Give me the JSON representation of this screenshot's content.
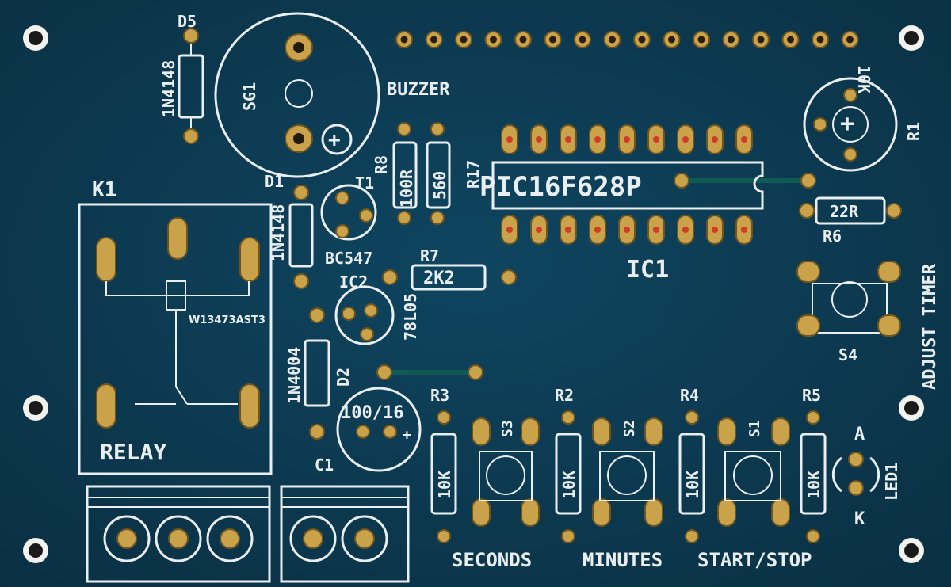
{
  "board": {
    "colors": {
      "pcb": "#0d3b52",
      "silkscreen": "#e9eef0",
      "pad": "#c9a24a",
      "trace": "#0f5a52",
      "solder_dot": "#d23a2a"
    },
    "labels": {
      "d5": "D5",
      "d5_part": "1N4148",
      "sg1": "SG1",
      "buzzer": "BUZZER",
      "plus": "+",
      "r1": "R1",
      "r1_val": "10K",
      "r8": "R8",
      "r8_val": "100R",
      "r17": "R17",
      "r17_val": "560",
      "ic_part": "PIC16F628P",
      "ic1": "IC1",
      "k1": "K1",
      "d1": "D1",
      "d1_part": "1N4148",
      "t1": "T1",
      "t1_part": "BC547",
      "r7": "R7",
      "r7_val": "2K2",
      "r6": "R6",
      "r6_val": "22R",
      "ic2": "IC2",
      "ic2_part": "78L05",
      "relay_code": "W13473AST3",
      "relay": "RELAY",
      "d2_part": "1N4004",
      "d2": "D2",
      "c1_val": "100/16",
      "c1_plus": "+",
      "c1": "C1",
      "r3": "R3",
      "r2": "R2",
      "r4": "R4",
      "r5": "R5",
      "s3": "S3",
      "s2": "S2",
      "s1": "S1",
      "s4": "S4",
      "r3_val": "10K",
      "r2_val": "10K",
      "r4_val": "10K",
      "r5_val": "10K",
      "adjust_timer": "ADJUST TIMER",
      "led_a": "A",
      "led_k": "K",
      "led1": "LED1",
      "seconds": "SECONDS",
      "minutes": "MINUTES",
      "start_stop": "START/STOP"
    }
  }
}
